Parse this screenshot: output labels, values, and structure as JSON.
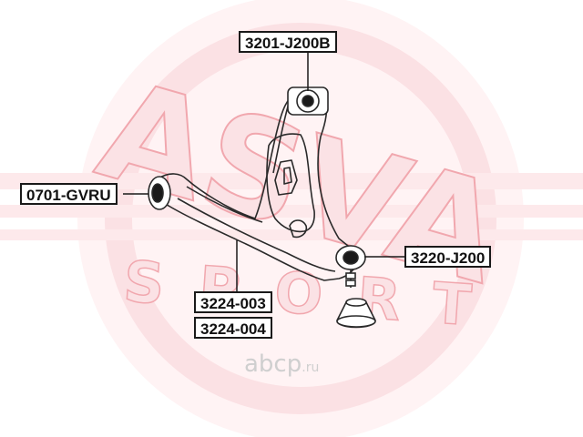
{
  "watermark": {
    "brand": "ASVA",
    "sub": "SPORT",
    "colors": {
      "fill": "#fbe5e7",
      "outline": "#f1a7ae",
      "ring": "#f6c9ce"
    }
  },
  "site": {
    "name": "abcp",
    "suffix": ".ru"
  },
  "parts": {
    "top": "3201-J200B",
    "left": "0701-GVRU",
    "right": "3220-J200",
    "mid_1": "3224-003",
    "mid_2": "3224-004"
  },
  "colors": {
    "line": "#1a1a1a",
    "label_border": "#1a1a1a",
    "label_bg": "#ffffff"
  }
}
